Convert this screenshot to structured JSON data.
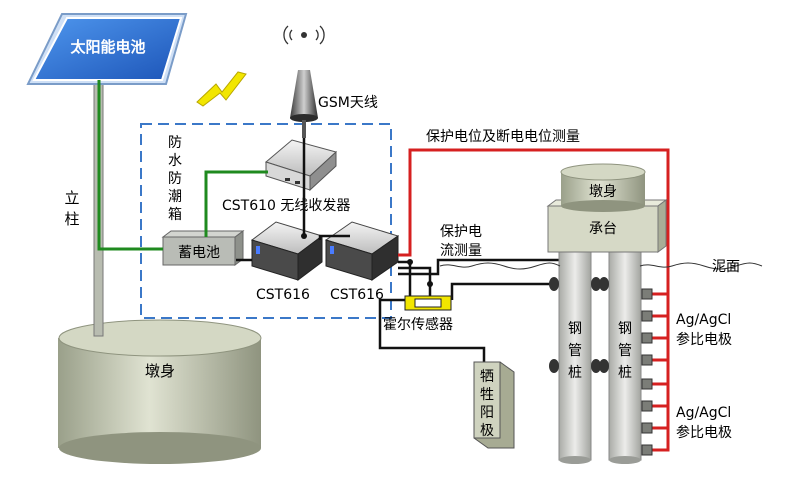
{
  "solar_panel_label": "太阳能电池",
  "pole_label": [
    "立",
    "柱"
  ],
  "pier_left_label": "墩身",
  "antenna_label": "GSM天线",
  "enclosure_label": [
    "防",
    "水",
    "防",
    "潮",
    "箱"
  ],
  "transceiver_label": "CST610 无线收发器",
  "battery_label": "蓄电池",
  "cst616_left_label": "CST616",
  "cst616_right_label": "CST616",
  "measurement_label": "保护电位及断电电位测量",
  "current_label": [
    "保护电",
    "流测量"
  ],
  "hall_sensor_label": "霍尔传感器",
  "anode_label": [
    "牺",
    "牲",
    "阳",
    "极"
  ],
  "pier_right_label": "墩身",
  "pile_cap_label": "承台",
  "mud_label": "泥面",
  "pile_left_label": [
    "钢",
    "管",
    "桩"
  ],
  "pile_right_label": [
    "钢",
    "管",
    "桩"
  ],
  "electrode_top_label": [
    "Ag/AgCl",
    "参比电极"
  ],
  "electrode_bottom_label": [
    "Ag/AgCl",
    "参比电极"
  ],
  "colors": {
    "solar_blue": "#2a6fd6",
    "wire_green": "#1f8a1f",
    "wire_red": "#d62020",
    "enclosure_dash": "#3b78c8",
    "pier_fill": "#cfd3bf",
    "hall_box": "#f2e600"
  }
}
